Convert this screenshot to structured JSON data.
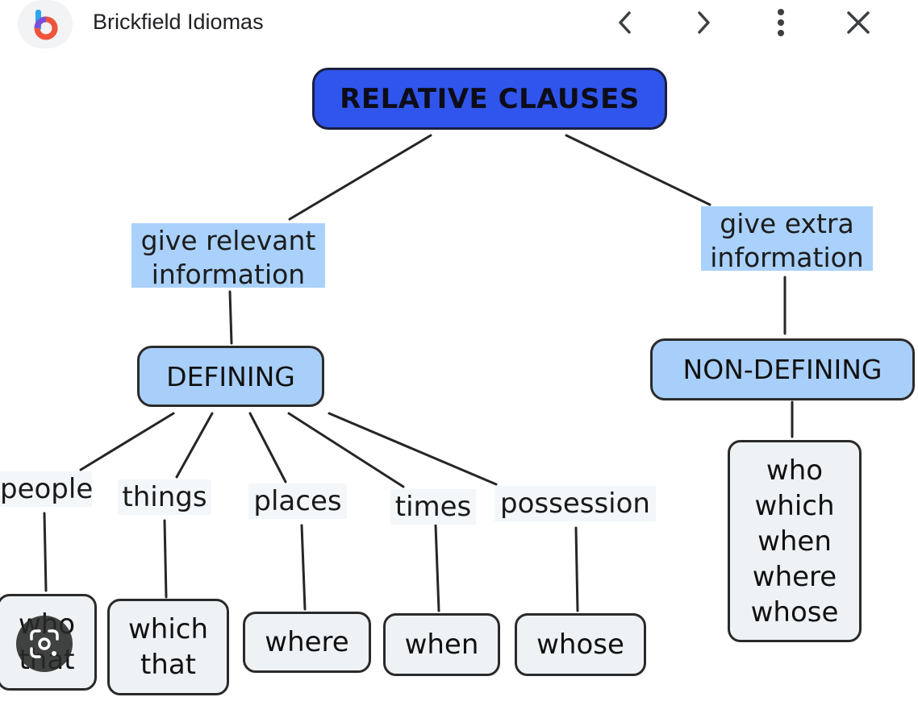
{
  "topbar": {
    "app_name": "Brickfield Idiomas",
    "logo_letter": "b",
    "icons": [
      "back-chevron-icon",
      "forward-chevron-icon",
      "more-vert-icon",
      "close-icon"
    ]
  },
  "diagram": {
    "title": "RELATIVE CLAUSES",
    "left_branch": {
      "label_line1": "give relevant",
      "label_line2": "information",
      "category": "DEFINING",
      "children": [
        {
          "label": "people",
          "answer_line1": "who",
          "answer_line2": "that"
        },
        {
          "label": "things",
          "answer_line1": "which",
          "answer_line2": "that"
        },
        {
          "label": "places",
          "answer_line1": "where"
        },
        {
          "label": "times",
          "answer_line1": "when"
        },
        {
          "label": "possession",
          "answer_line1": "whose"
        }
      ]
    },
    "right_branch": {
      "label_line1": "give extra",
      "label_line2": "information",
      "category": "NON-DEFINING",
      "answers": [
        "who",
        "which",
        "when",
        "where",
        "whose"
      ]
    }
  },
  "colors": {
    "title_fill": "#2f55ec",
    "category_fill": "#a8cff9",
    "tag_fill": "#a9d1fb",
    "answer_fill": "#eef2f5"
  },
  "overlay": {
    "lens_icon": "google-lens-icon"
  }
}
